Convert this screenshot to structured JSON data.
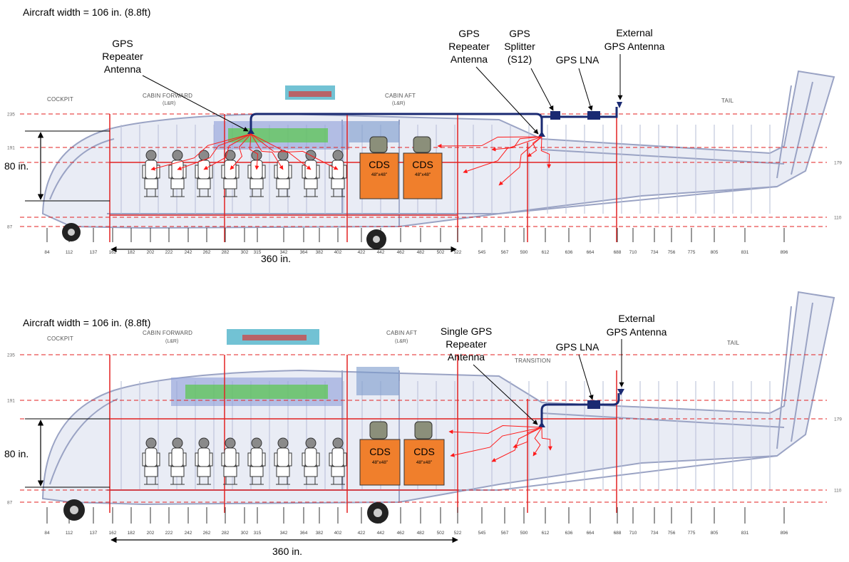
{
  "colors": {
    "red_guides": "#e32222",
    "cable": "#1a2a72",
    "cds_fill": "#f07f2c",
    "fuselage": "#9aa3c4",
    "signal": "#ff1a1a"
  },
  "top": {
    "width_note": "Aircraft width = 106 in. (8.8ft)",
    "callout_left": [
      "GPS",
      "Repeater",
      "Antenna"
    ],
    "callout_mid": [
      "GPS",
      "Repeater",
      "Antenna"
    ],
    "callout_splitter": [
      "GPS",
      "Splitter",
      "(S12)"
    ],
    "callout_lna": "GPS LNA",
    "callout_external": [
      "External",
      "GPS Antenna"
    ],
    "height_label": "80 in.",
    "length_label": "360 in."
  },
  "bottom": {
    "width_note": "Aircraft width = 106 in. (8.8ft)",
    "callout_single": [
      "Single GPS",
      "Repeater",
      "Antenna"
    ],
    "callout_lna": "GPS LNA",
    "callout_external": [
      "External",
      "GPS Antenna"
    ],
    "height_label": "80 in.",
    "length_label": "360 in."
  },
  "zones": {
    "cockpit": "COCKPIT",
    "cabin_forward": "CABIN FORWARD",
    "cabin_forward_sub": "(L&R)",
    "cabin_aft": "CABIN AFT",
    "cabin_aft_sub": "(L&R)",
    "transition": "TRANSITION",
    "tail": "TAIL"
  },
  "cds": {
    "label": "CDS",
    "size": "48\"x48\""
  },
  "waterlines": [
    "235",
    "191",
    "179",
    "110",
    "87"
  ],
  "stations": [
    "84",
    "112",
    "137",
    "162",
    "182",
    "202",
    "222",
    "242",
    "262",
    "282",
    "302",
    "315",
    "342",
    "364",
    "382",
    "402",
    "422",
    "442",
    "462",
    "482",
    "502",
    "522",
    "545",
    "567",
    "590",
    "612",
    "636",
    "664",
    "688",
    "710",
    "734",
    "756",
    "775",
    "805",
    "831",
    "896"
  ]
}
